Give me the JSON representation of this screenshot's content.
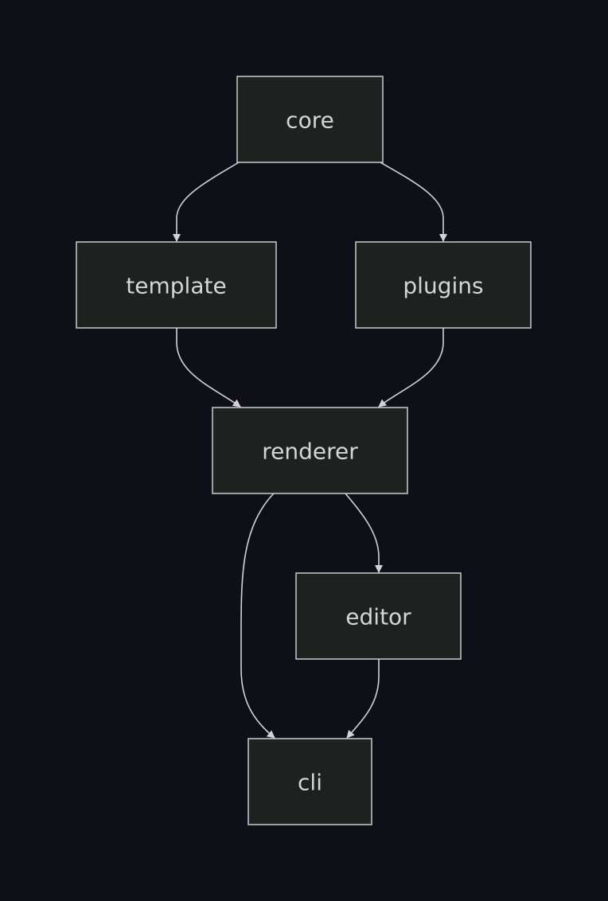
{
  "diagram": {
    "type": "flowchart",
    "colors": {
      "background": "#0d1017",
      "node_fill": "#1f2020",
      "node_stroke": "#cccccc",
      "text": "#d6d6d6",
      "edge": "#d3d3d3"
    },
    "nodes": {
      "core": "core",
      "template": "template",
      "plugins": "plugins",
      "renderer": "renderer",
      "editor": "editor",
      "cli": "cli"
    },
    "edges": [
      {
        "from": "core",
        "to": "template"
      },
      {
        "from": "core",
        "to": "plugins"
      },
      {
        "from": "template",
        "to": "renderer"
      },
      {
        "from": "plugins",
        "to": "renderer"
      },
      {
        "from": "renderer",
        "to": "editor"
      },
      {
        "from": "renderer",
        "to": "cli"
      },
      {
        "from": "editor",
        "to": "cli"
      }
    ]
  }
}
